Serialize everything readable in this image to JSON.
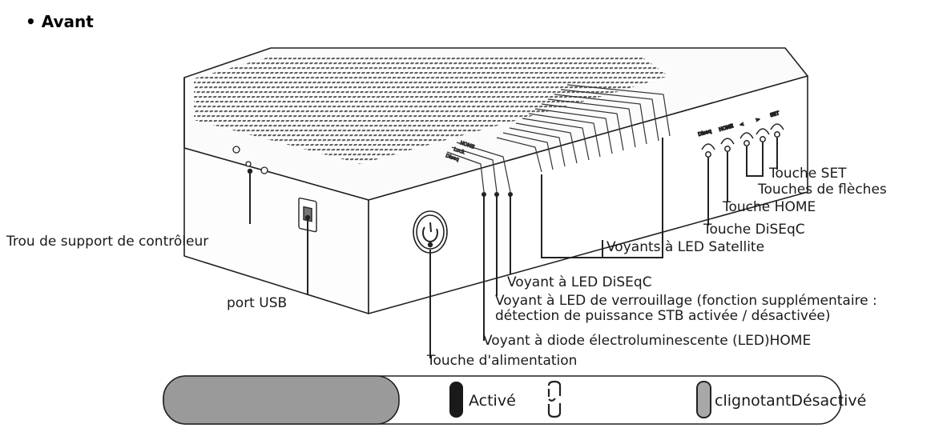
{
  "title": "• Avant",
  "labels": {
    "set_button": "Touche SET",
    "arrow_buttons": "Touches de flèches",
    "home_button": "Touche HOME",
    "diseqc_button": "Touche DiSEqC",
    "satellite_leds": "Voyants à LED Satellite",
    "controller_hole": "Trou de support de contrôleur",
    "usb_port": "port USB",
    "diseqc_led": "Voyant à LED DiSEqC",
    "lock_led_line1": "Voyant à LED de verrouillage (fonction supplémentaire :",
    "lock_led_line2": "détection de puissance STB activée / désactivée)",
    "home_led": "Voyant à diode électroluminescente (LED)HOME",
    "power_button": "Touche d'alimentation"
  },
  "legend": {
    "active": "Activé",
    "blinking_inactive": "clignotantDésactivé"
  },
  "colors": {
    "legend_block": "#9a9a9a",
    "led_active": "#1a1a1a",
    "led_inactive": "#a8a8a8",
    "outline": "#222222"
  }
}
